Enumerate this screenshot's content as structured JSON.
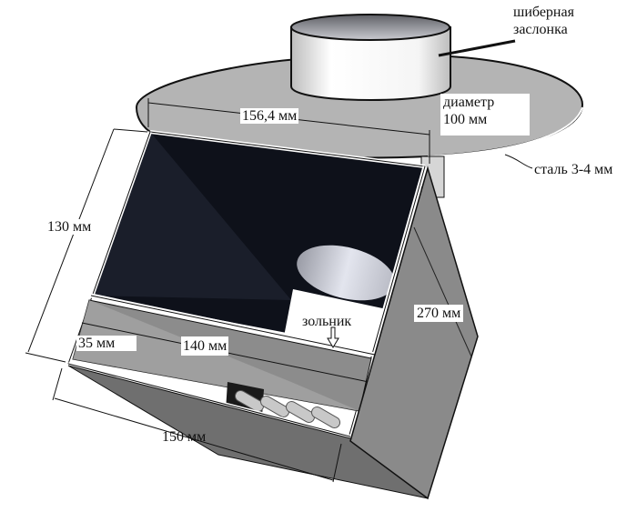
{
  "diagram": {
    "subject": "stove with chimney pipe (3D sketch with dimensions)",
    "colors": {
      "background": "#ffffff",
      "plate": "#b4b4b4",
      "pipe": "#f2f2f2",
      "firebox_interior": "#0e111a",
      "side_panel": "#8a8a8a",
      "outline": "#111111"
    },
    "labels": {
      "damper_line1": "шиберная",
      "damper_line2": "заслонка",
      "diameter_line1": "диаметр",
      "diameter_line2": "100 мм",
      "steel": "сталь 3-4 мм",
      "top_width": "156,4 мм",
      "height": "130 мм",
      "side_length": "270 мм",
      "ash_pit": "зольник",
      "ash_height": "35 мм",
      "inner_width": "140 мм",
      "bottom_width": "150 мм"
    }
  }
}
